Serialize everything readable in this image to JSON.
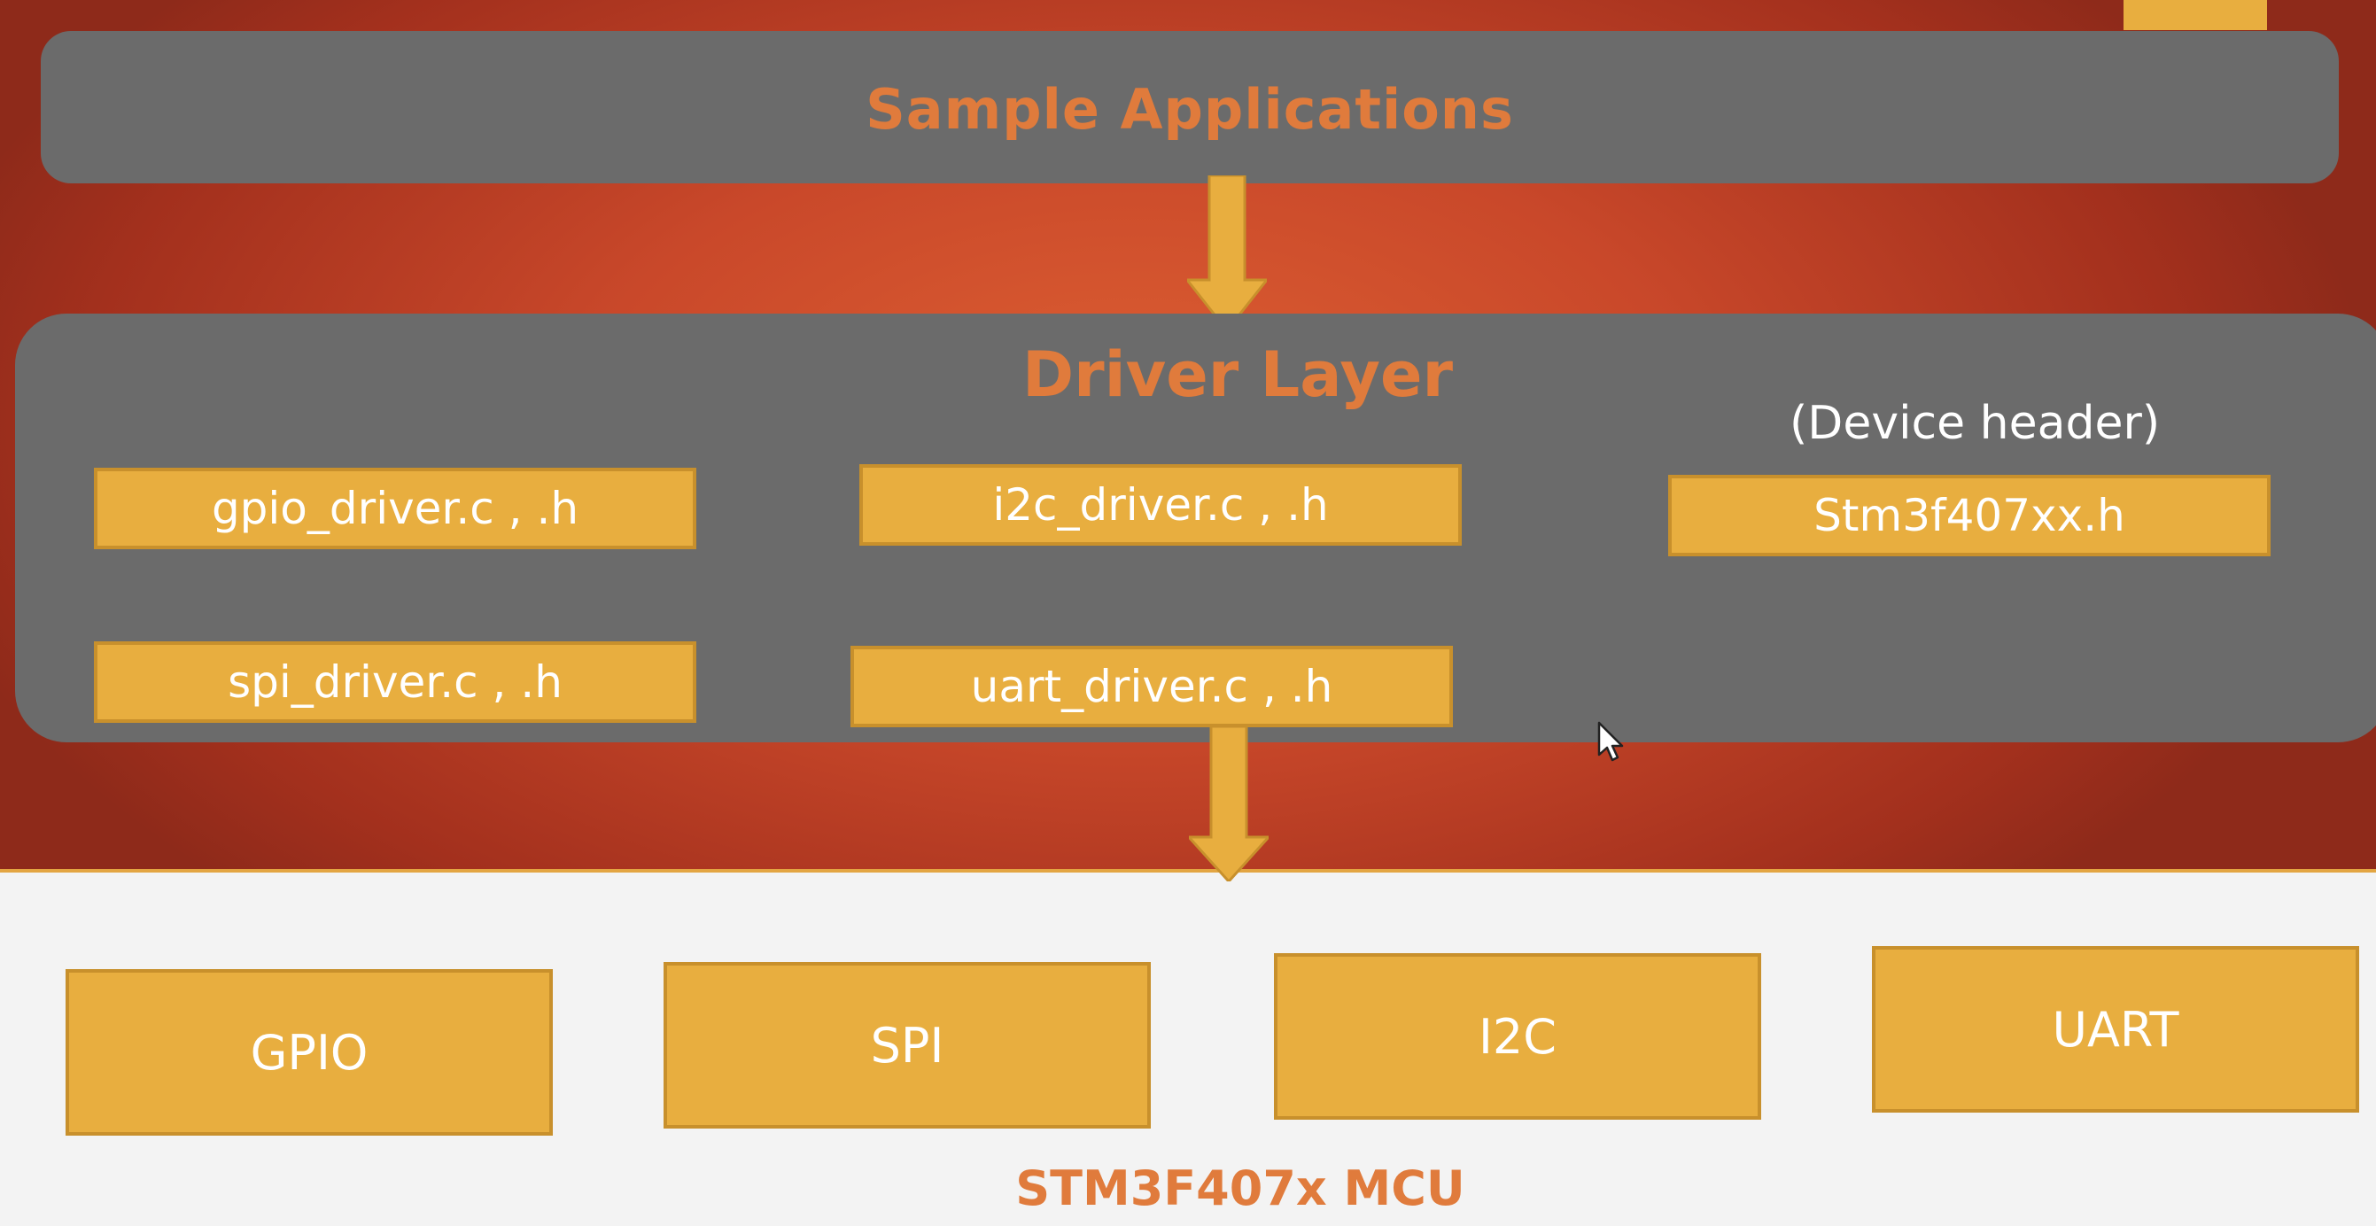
{
  "sample_applications": {
    "title": "Sample Applications"
  },
  "driver_layer": {
    "title": "Driver Layer",
    "device_header_label": "(Device header)",
    "files": [
      "gpio_driver.c , .h",
      "i2c_driver.c , .h",
      "Stm3f407xx.h",
      "spi_driver.c , .h",
      "uart_driver.c , .h"
    ]
  },
  "mcu": {
    "peripherals": [
      "GPIO",
      "SPI",
      "I2C",
      "UART"
    ],
    "label": "STM3F407x MCU"
  },
  "colors": {
    "background_red": "#c9482a",
    "panel_gray": "#6b6b6b",
    "box_gold": "#e8ae3f",
    "title_orange": "#e07b3c"
  }
}
